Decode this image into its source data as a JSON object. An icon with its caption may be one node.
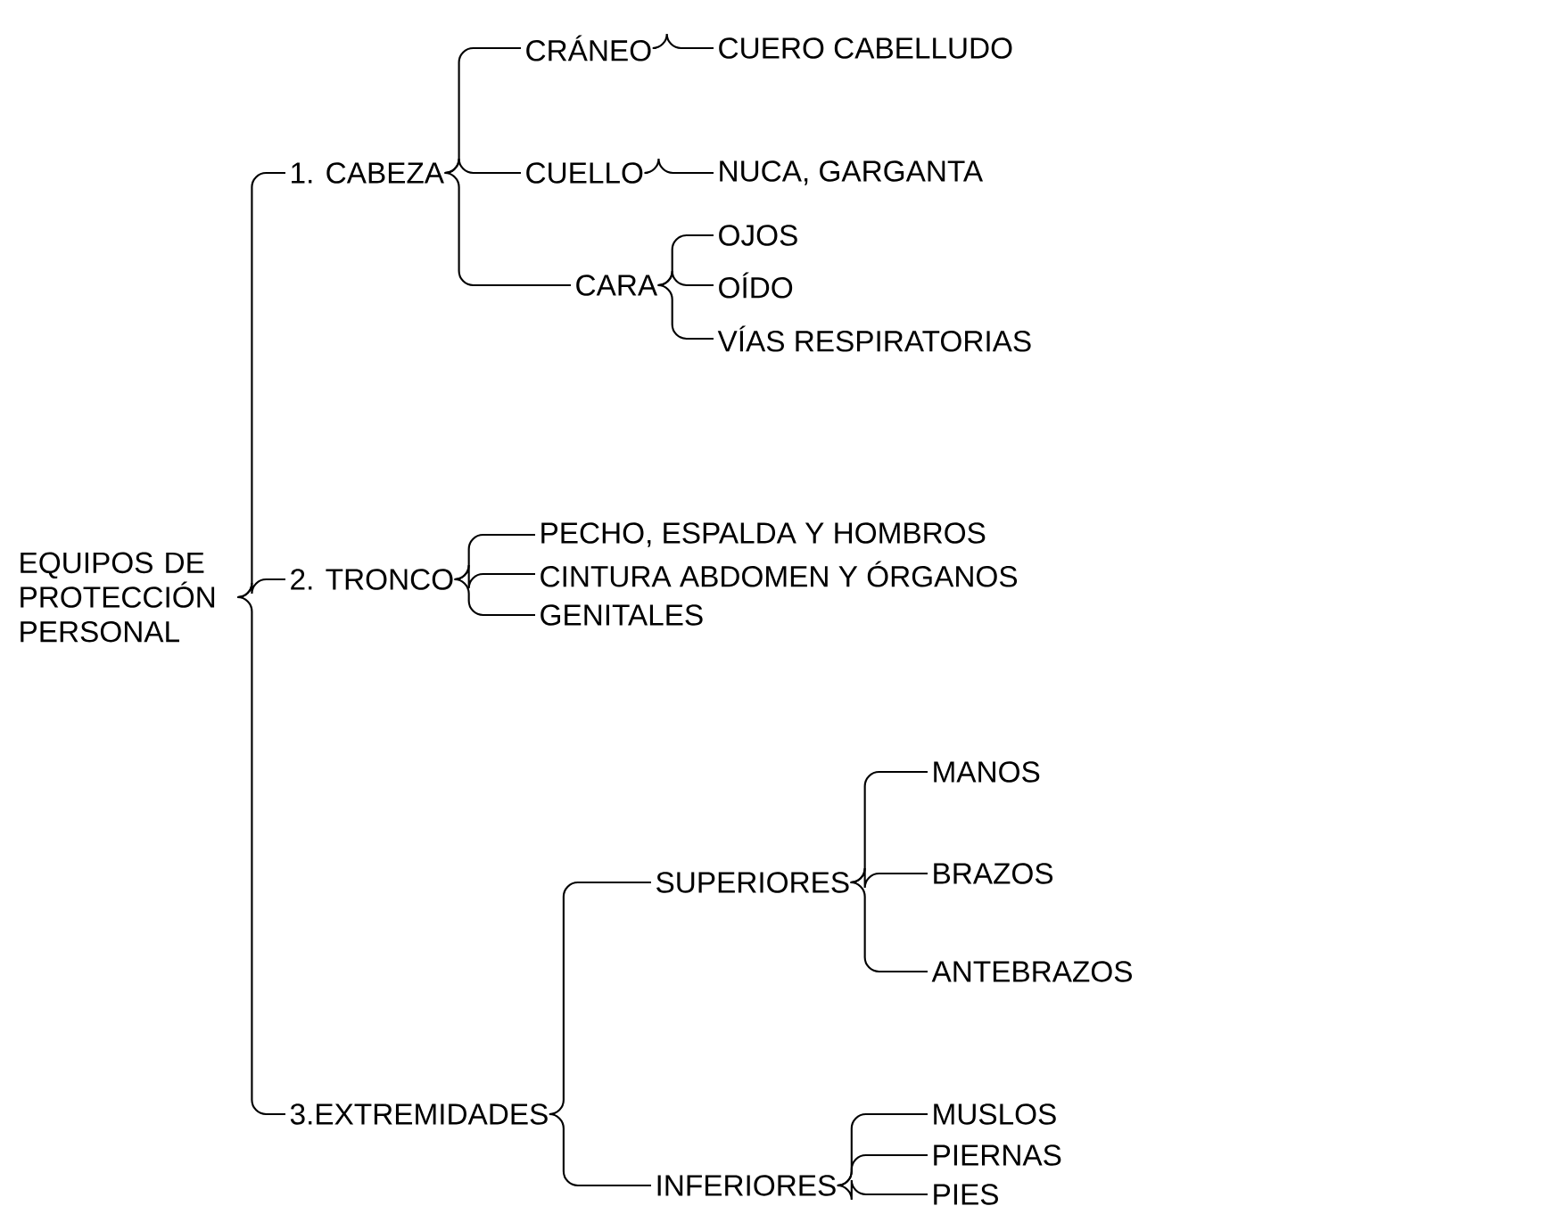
{
  "diagram": {
    "nodes": [
      {
        "text": [
          "EQUIPOS DE PROTECCIÓN PERSONAL"
        ]
      },
      {
        "text": [
          "1. CABEZA"
        ]
      },
      {
        "text": [
          "CRÁNEO"
        ]
      },
      {
        "text": [
          "CUERO CABELLUDO"
        ]
      },
      {
        "text": [
          "CUELLO"
        ]
      },
      {
        "text": [
          "NUCA, GARGANTA"
        ]
      },
      {
        "text": [
          "CARA"
        ]
      },
      {
        "text": [
          "OJOS"
        ]
      },
      {
        "text": [
          "OÍDO"
        ]
      },
      {
        "text": [
          "VÍAS RESPIRATORIAS"
        ]
      },
      {
        "text": [
          "2. TRONCO"
        ]
      },
      {
        "text": [
          "PECHO, ESPALDA Y HOMBROS"
        ]
      },
      {
        "text": [
          "CINTURA ABDOMEN Y ÓRGANOS"
        ]
      },
      {
        "text": [
          "GENITALES"
        ]
      },
      {
        "text": [
          "3.EXTREMIDADES"
        ]
      },
      {
        "text": [
          "SUPERIORES"
        ]
      },
      {
        "text": [
          "MANOS"
        ]
      },
      {
        "text": [
          "BRAZOS"
        ]
      },
      {
        "text": [
          "ANTEBRAZOS"
        ]
      },
      {
        "text": [
          "INFERIORES"
        ]
      },
      {
        "text": [
          "MUSLOS"
        ]
      },
      {
        "text": [
          "PIERNAS"
        ]
      },
      {
        "text": [
          "PIES"
        ]
      }
    ],
    "edges": [
      {
        "from": 0,
        "to": 1,
        "arrow": "none"
      },
      {
        "from": 0,
        "to": 10,
        "arrow": "none"
      },
      {
        "from": 0,
        "to": 14,
        "arrow": "none"
      },
      {
        "from": 1,
        "to": 2,
        "arrow": "none"
      },
      {
        "from": 1,
        "to": 4,
        "arrow": "none"
      },
      {
        "from": 1,
        "to": 6,
        "arrow": "none"
      },
      {
        "from": 2,
        "to": 3,
        "arrow": "none"
      },
      {
        "from": 4,
        "to": 5,
        "arrow": "none"
      },
      {
        "from": 6,
        "to": 7,
        "arrow": "none"
      },
      {
        "from": 6,
        "to": 8,
        "arrow": "none"
      },
      {
        "from": 6,
        "to": 9,
        "arrow": "none"
      },
      {
        "from": 10,
        "to": 11,
        "arrow": "none"
      },
      {
        "from": 10,
        "to": 12,
        "arrow": "none"
      },
      {
        "from": 10,
        "to": 13,
        "arrow": "none"
      },
      {
        "from": 14,
        "to": 15,
        "arrow": "none"
      },
      {
        "from": 14,
        "to": 19,
        "arrow": "none"
      },
      {
        "from": 15,
        "to": 16,
        "arrow": "none"
      },
      {
        "from": 15,
        "to": 17,
        "arrow": "none"
      },
      {
        "from": 15,
        "to": 18,
        "arrow": "none"
      },
      {
        "from": 19,
        "to": 20,
        "arrow": "none"
      },
      {
        "from": 19,
        "to": 21,
        "arrow": "none"
      },
      {
        "from": 19,
        "to": 22,
        "arrow": "none"
      }
    ]
  }
}
